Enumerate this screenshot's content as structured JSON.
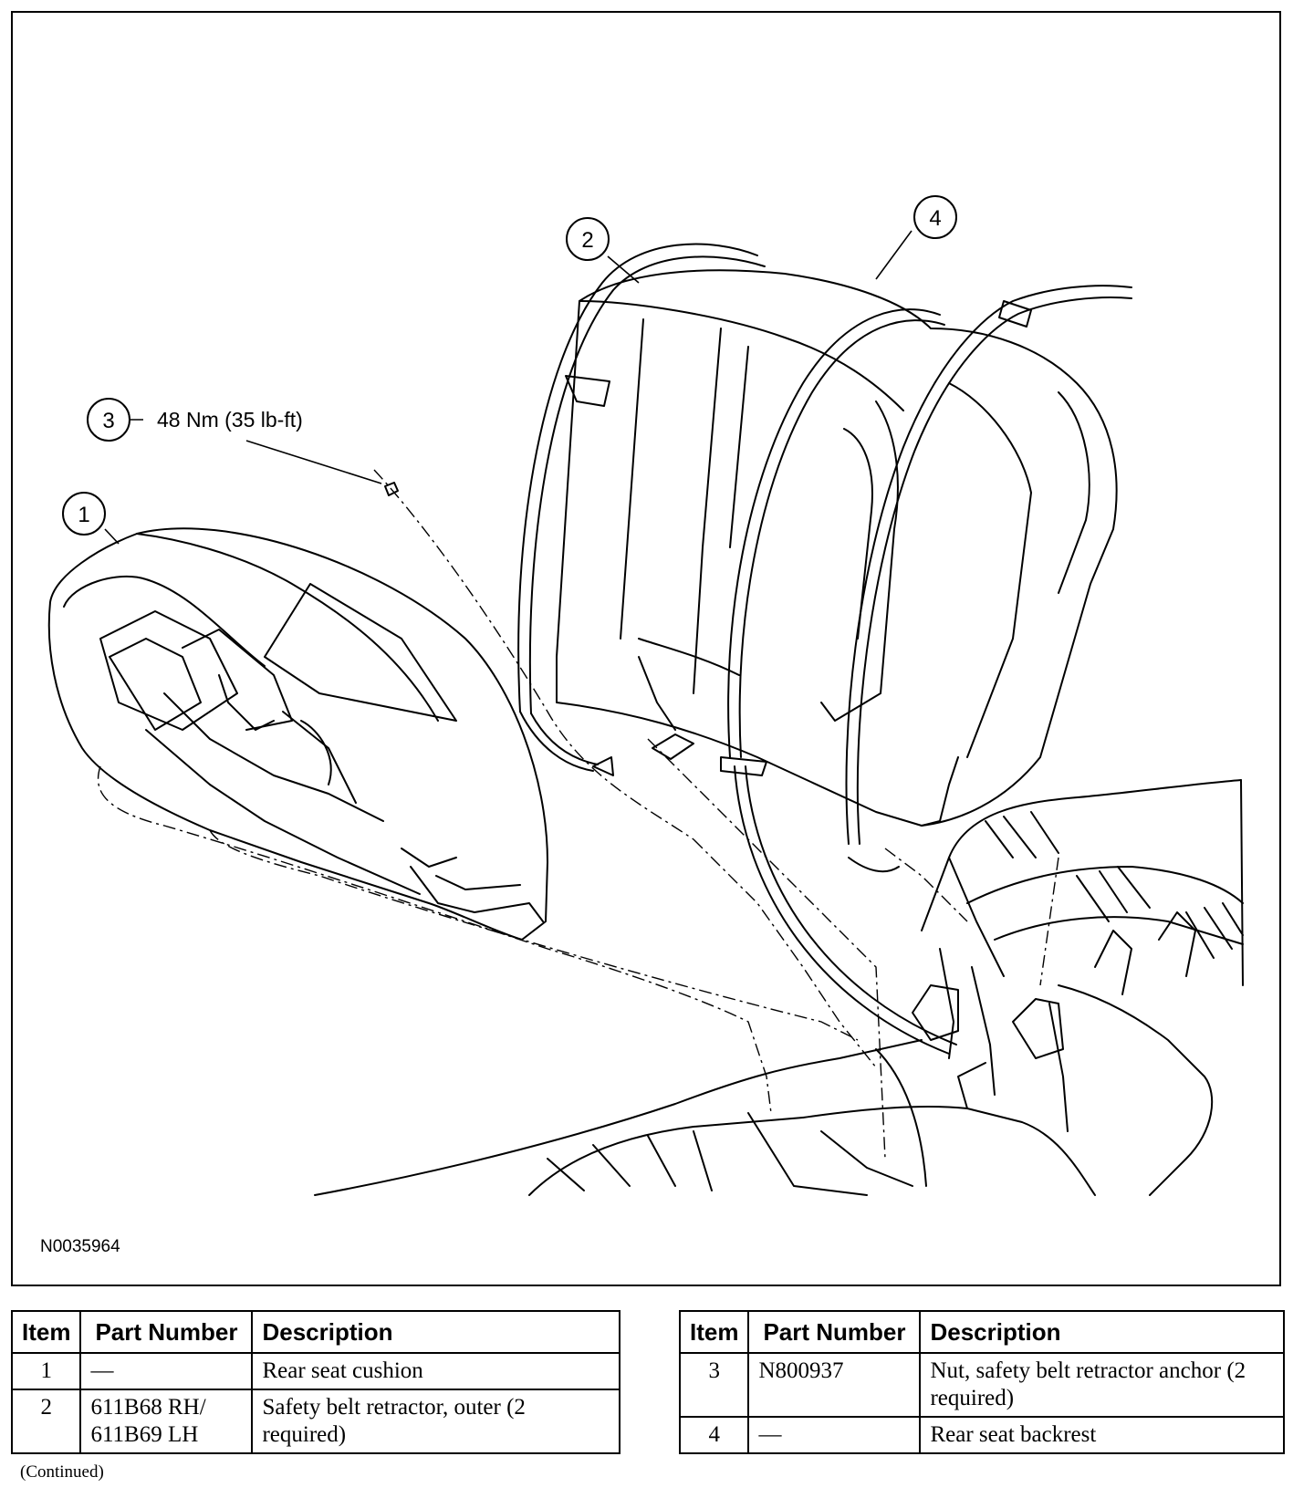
{
  "figure": {
    "id": "N0035964",
    "callouts": [
      {
        "num": "1"
      },
      {
        "num": "2"
      },
      {
        "num": "3",
        "torque": "48 Nm (35 lb-ft)"
      },
      {
        "num": "4"
      }
    ]
  },
  "tables": {
    "headers": {
      "item": "Item",
      "part_number": "Part Number",
      "description": "Description"
    },
    "left_rows": [
      {
        "item": "1",
        "part_number": "—",
        "description": "Rear seat cushion"
      },
      {
        "item": "2",
        "part_number": "611B68 RH/ 611B69 LH",
        "description": "Safety belt retractor, outer (2 required)"
      }
    ],
    "right_rows": [
      {
        "item": "3",
        "part_number": "N800937",
        "description": "Nut, safety belt retractor anchor (2 required)"
      },
      {
        "item": "4",
        "part_number": "—",
        "description": "Rear seat backrest"
      }
    ]
  },
  "footer": {
    "continued": "(Continued)"
  }
}
